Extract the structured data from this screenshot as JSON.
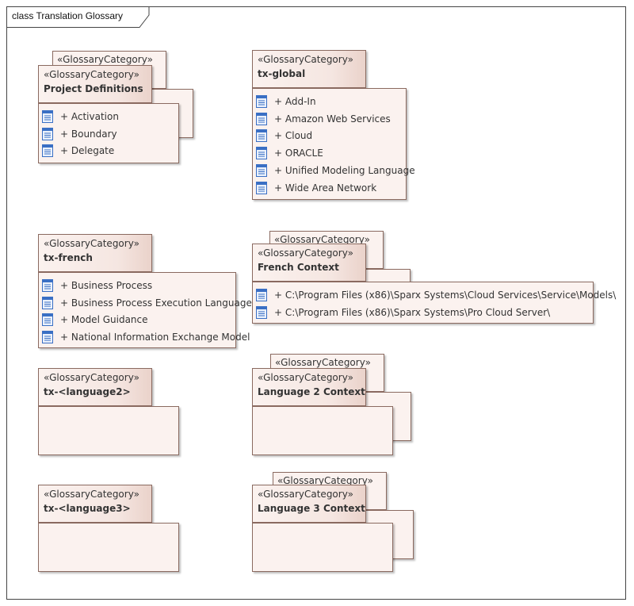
{
  "frame": {
    "title": "class Translation Glossary"
  },
  "stereotype": "«GlossaryCategory»",
  "packages": {
    "project_definitions": {
      "name": "Project Definitions",
      "items": [
        "+ Activation",
        "+ Boundary",
        "+ Delegate"
      ]
    },
    "tx_global": {
      "name": "tx-global",
      "items": [
        "+ Add-In",
        "+ Amazon Web Services",
        "+ Cloud",
        "+ ORACLE",
        "+ Unified Modeling Language",
        "+ Wide Area Network"
      ]
    },
    "tx_french": {
      "name": "tx-french",
      "items": [
        "+ Business Process",
        "+ Business Process Execution Language",
        "+ Model Guidance",
        "+ National Information Exchange Model"
      ]
    },
    "french_context": {
      "name": "French Context",
      "items": [
        "+ C:\\Program Files (x86)\\Sparx Systems\\Cloud Services\\Service\\Models\\",
        "+ C:\\Program Files (x86)\\Sparx Systems\\Pro Cloud Server\\"
      ]
    },
    "tx_language2": {
      "name": "tx-<language2>"
    },
    "language2_context": {
      "name": "Language 2 Context"
    },
    "tx_language3": {
      "name": "tx-<language3>"
    },
    "language3_context": {
      "name": "Language 3 Context"
    }
  },
  "icons": {
    "item": "glossary-entry-icon"
  },
  "colors": {
    "package_fill": "#fbf2ef",
    "package_border": "#8a6a60",
    "icon_blue": "#3a6fc4"
  }
}
